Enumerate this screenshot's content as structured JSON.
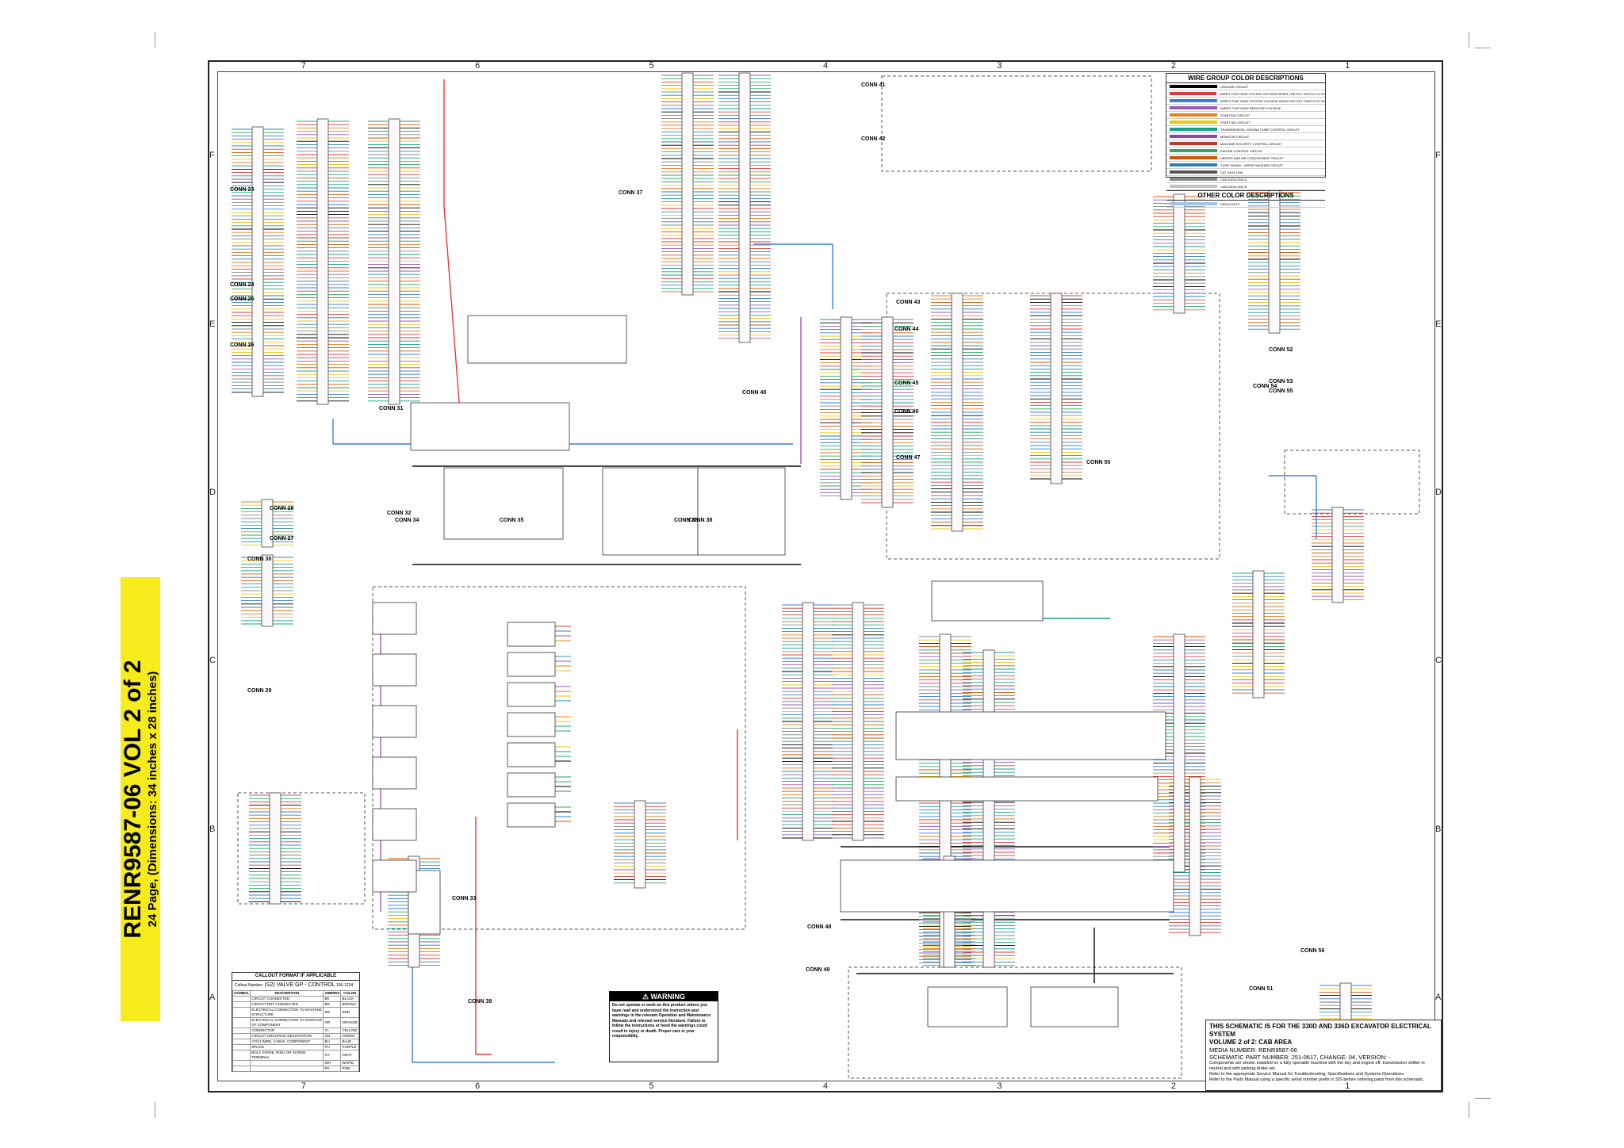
{
  "banner": {
    "title": "RENR9587-06 VOL 2 of 2",
    "subtitle": "24 Page, (Dimensions: 34 inches x 28 inches)"
  },
  "zones": {
    "columns": [
      "7",
      "6",
      "5",
      "4",
      "3",
      "2",
      "1"
    ],
    "rows": [
      "F",
      "E",
      "D",
      "C",
      "B",
      "A"
    ]
  },
  "legend": {
    "title": "WIRE GROUP COLOR DESCRIPTIONS",
    "items": [
      {
        "color": "#000000",
        "label": "GROUND CIRCUIT"
      },
      {
        "color": "#e03a3a",
        "label": "WIRES THAT HAVE SYSTEM VOLTAGE WHEN THE KEY SWITCH IS OFF"
      },
      {
        "color": "#3a7fe0",
        "label": "WIRES THAT HAVE SYSTEM VOLTAGE WHEN THE KEY SWITCH IS ON"
      },
      {
        "color": "#9b59b6",
        "label": "WIRES THAT HAVE REDUCED VOLTAGE"
      },
      {
        "color": "#e67e22",
        "label": "STARTING CIRCUIT"
      },
      {
        "color": "#f1c40f",
        "label": "START AID CIRCUIT"
      },
      {
        "color": "#16a085",
        "label": "TRANSMISSION / ENGINE PUMP CONTROL CIRCUIT"
      },
      {
        "color": "#8e44ad",
        "label": "MONITOR CIRCUIT"
      },
      {
        "color": "#c0392b",
        "label": "MACHINE SECURITY CONTROL CIRCUIT"
      },
      {
        "color": "#27ae60",
        "label": "ENGINE CONTROL CIRCUIT"
      },
      {
        "color": "#d35400",
        "label": "HEATER AND AIR CONDITIONER CIRCUIT"
      },
      {
        "color": "#2980b9",
        "label": "TURN SIGNAL / WIPER WASHER CIRCUIT"
      },
      {
        "color": "#555555",
        "label": "CAT DATA LINK"
      },
      {
        "color": "#7f8c8d",
        "label": "CAN DATA LINK A"
      },
      {
        "color": "#bdc3c7",
        "label": "CAN DATA LINK B"
      }
    ],
    "other_title": "OTHER COLOR DESCRIPTIONS",
    "other_items": [
      {
        "color": "#a0c4e8",
        "label": "HIGHLIGHTS"
      }
    ]
  },
  "titleblock": {
    "line1": "THIS SCHEMATIC IS FOR THE 330D AND 336D EXCAVATOR ELECTRICAL SYSTEM",
    "line2": "VOLUME 2 of 2: CAB AREA",
    "media": "MEDIA NUMBER: RENR9587-06",
    "part": "SCHEMATIC PART NUMBER: 251-0617, CHANGE: 04, VERSION: -",
    "note1": "Components are shown installed on a fully operable machine with the key and engine off, transmission shifter in neutral and with parking brake set.",
    "note2": "Refer to the appropriate Service Manual for Troubleshooting, Specifications and Systems Operations.",
    "note3": "Refer to the Parts Manual using a specific serial number prefix in SIS before ordering parts from this schematic."
  },
  "warning": {
    "header": "WARNING",
    "body": "Do not operate or work on this product unless you have read and understood the instruction and warnings in the relevant Operation and Maintenance Manuals and relevant service literature. Failure to follow the instructions or heed the warnings could result in injury or death. Proper care is your responsibility."
  },
  "callout": {
    "title": "CALLOUT FORMAT IF APPLICABLE",
    "example_label": "Callout Number",
    "example_value": "(S2) VALVE GP - CONTROL",
    "example_part": "106-1234",
    "cols": [
      "SYMBOL",
      "DESCRIPTION",
      "ABBREV",
      "COLOR"
    ],
    "rows": [
      [
        "",
        "CIRCUIT CONNECTED",
        "BK",
        "BLACK"
      ],
      [
        "",
        "CIRCUIT NOT CONNECTED",
        "BR",
        "BROWN"
      ],
      [
        "",
        "ELECTRICAL CONNECTION TO MACHINE STRUCTURE",
        "RD",
        "RED"
      ],
      [
        "",
        "ELECTRICAL CONNECTION TO SURFACE OF COMPONENT",
        "OR",
        "ORANGE"
      ],
      [
        "",
        "CONNECTOR",
        "YL",
        "YELLOW"
      ],
      [
        "",
        "CIRCUIT GROUPING DESIGNATION",
        "GN",
        "GREEN"
      ],
      [
        "",
        "ATCH WIRE, CABLE, COMPONENT",
        "BU",
        "BLUE"
      ],
      [
        "",
        "SPLICE",
        "PU",
        "PURPLE"
      ],
      [
        "",
        "BOLT, SPADE, RING OR SCREW TERMINAL",
        "GY",
        "GRAY"
      ],
      [
        "",
        "",
        "WH",
        "WHITE"
      ],
      [
        "",
        "",
        "PK",
        "PINK"
      ]
    ]
  },
  "connectors": [
    "CONN 23",
    "CONN 24",
    "CONN 25",
    "CONN 26",
    "CONN 27",
    "CONN 28",
    "CONN 29",
    "CONN 30",
    "CONN 31",
    "CONN 32",
    "CONN 33",
    "CONN 34",
    "CONN 35",
    "CONN 36",
    "CONN 37",
    "CONN 38",
    "CONN 39",
    "CONN 40",
    "CONN 41",
    "CONN 42",
    "CONN 43",
    "CONN 44",
    "CONN 45",
    "CONN 46",
    "CONN 47",
    "CONN 48",
    "CONN 49",
    "CONN 50",
    "CONN 51",
    "CONN 52",
    "CONN 53",
    "CONN 54",
    "CONN 55",
    "CONN 56"
  ]
}
